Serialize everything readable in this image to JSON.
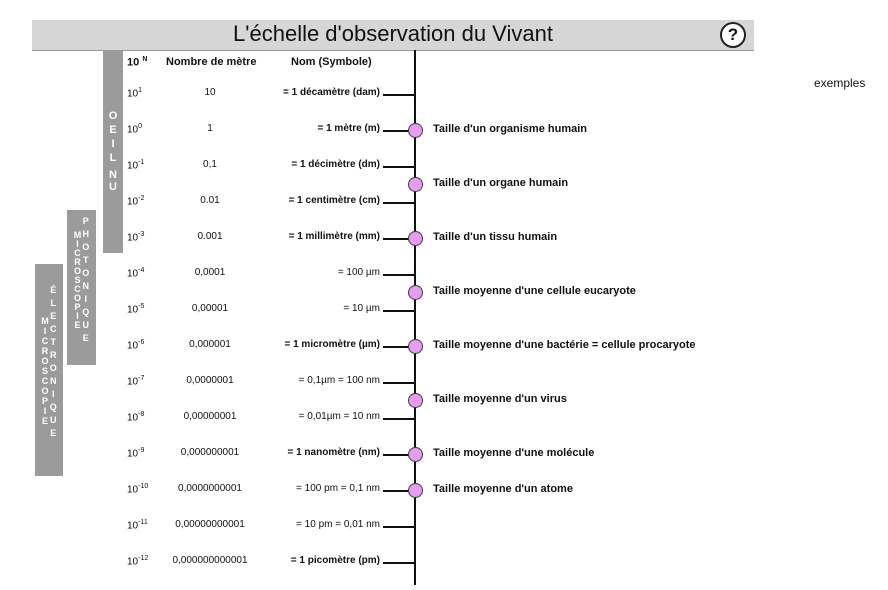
{
  "header": {
    "title": "L'échelle d'observation du Vivant",
    "help_icon": "question-circle-icon",
    "help_symbol": "?"
  },
  "examples_link": "exemples",
  "columns": {
    "power": "10",
    "power_sup": "N",
    "decimal": "Nombre de mètre",
    "name": "Nom (Symbole)"
  },
  "bars": [
    {
      "id": "oeil-nu",
      "columns": [
        [
          "O",
          "E",
          "I",
          "L"
        ],
        [
          "N",
          "U"
        ]
      ]
    },
    {
      "id": "microscopie-photonique",
      "columns": [
        [
          "M",
          "I",
          "C",
          "R",
          "O",
          "S",
          "C",
          "O",
          "P",
          "I",
          "E"
        ],
        [
          "P",
          "H",
          "O",
          "T",
          "O",
          "N",
          "I",
          "Q",
          "U",
          "E"
        ]
      ]
    },
    {
      "id": "microscopie-electronique",
      "columns": [
        [
          "M",
          "I",
          "C",
          "R",
          "O",
          "S",
          "C",
          "O",
          "P",
          "I",
          "E"
        ],
        [
          "É",
          "L",
          "E",
          "C",
          "T",
          "R",
          "O",
          "N",
          "I",
          "Q",
          "U",
          "E"
        ]
      ]
    }
  ],
  "rows": [
    {
      "exp": "1",
      "decimal": "10",
      "name": "= 1 décamètre (dam)",
      "bold": true
    },
    {
      "exp": "0",
      "decimal": "1",
      "name": "= 1 mètre (m)",
      "bold": true
    },
    {
      "exp": "-1",
      "decimal": "0,1",
      "name": "= 1 décimètre (dm)",
      "bold": true
    },
    {
      "exp": "-2",
      "decimal": "0.01",
      "name": "= 1 centimètre (cm)",
      "bold": true
    },
    {
      "exp": "-3",
      "decimal": "0.001",
      "name": "= 1 millimètre  (mm)",
      "bold": true
    },
    {
      "exp": "-4",
      "decimal": "0,0001",
      "name": "= 100 µm",
      "bold": false
    },
    {
      "exp": "-5",
      "decimal": "0,00001",
      "name": "= 10 µm",
      "bold": false
    },
    {
      "exp": "-6",
      "decimal": "0,000001",
      "name": "= 1 micromètre (µm)",
      "bold": true
    },
    {
      "exp": "-7",
      "decimal": "0,0000001",
      "name": "= 0,1µm = 100 nm",
      "bold": false
    },
    {
      "exp": "-8",
      "decimal": "0,00000001",
      "name": "= 0,01µm = 10 nm",
      "bold": false
    },
    {
      "exp": "-9",
      "decimal": "0,000000001",
      "name": "= 1 nanomètre (nm)",
      "bold": true
    },
    {
      "exp": "-10",
      "decimal": "0,0000000001",
      "name": "= 100 pm = 0,1 nm",
      "bold": false
    },
    {
      "exp": "-11",
      "decimal": "0,00000000001",
      "name": "= 10 pm = 0,01 nm",
      "bold": false
    },
    {
      "exp": "-12",
      "decimal": "0,000000000001",
      "name": "= 1 picomètre (pm)",
      "bold": true
    }
  ],
  "examples": [
    {
      "text": "Taille d'un organisme humain",
      "at_exp": 0
    },
    {
      "text": "Taille d'un organe humain",
      "at_exp": -1.5
    },
    {
      "text": "Taille d'un tissu humain",
      "at_exp": -3
    },
    {
      "text": "Taille moyenne d'une cellule eucaryote",
      "at_exp": -4.5
    },
    {
      "text": "Taille moyenne d'une bactérie = cellule procaryote",
      "at_exp": -6
    },
    {
      "text": "Taille moyenne d'un virus",
      "at_exp": -7.5
    },
    {
      "text": "Taille moyenne d'une molécule",
      "at_exp": -9
    },
    {
      "text": "Taille moyenne d'un atome",
      "at_exp": -10
    }
  ],
  "colors": {
    "marker": "#e79cf1",
    "bar": "#9b9b9b",
    "header": "#d6d6d6"
  }
}
